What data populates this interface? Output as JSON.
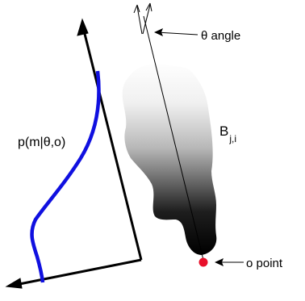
{
  "labels": {
    "theta_angle": "θ angle",
    "density": "p(m|θ,o)",
    "blob_main": "B",
    "blob_sub": "j,i",
    "origin": "o point"
  },
  "colors": {
    "background": "#ffffff",
    "axes": "#000000",
    "density_curve": "#1010e0",
    "origin_point": "#e8102a",
    "blob_dark": "#000000",
    "blob_light": "#ffffff"
  }
}
